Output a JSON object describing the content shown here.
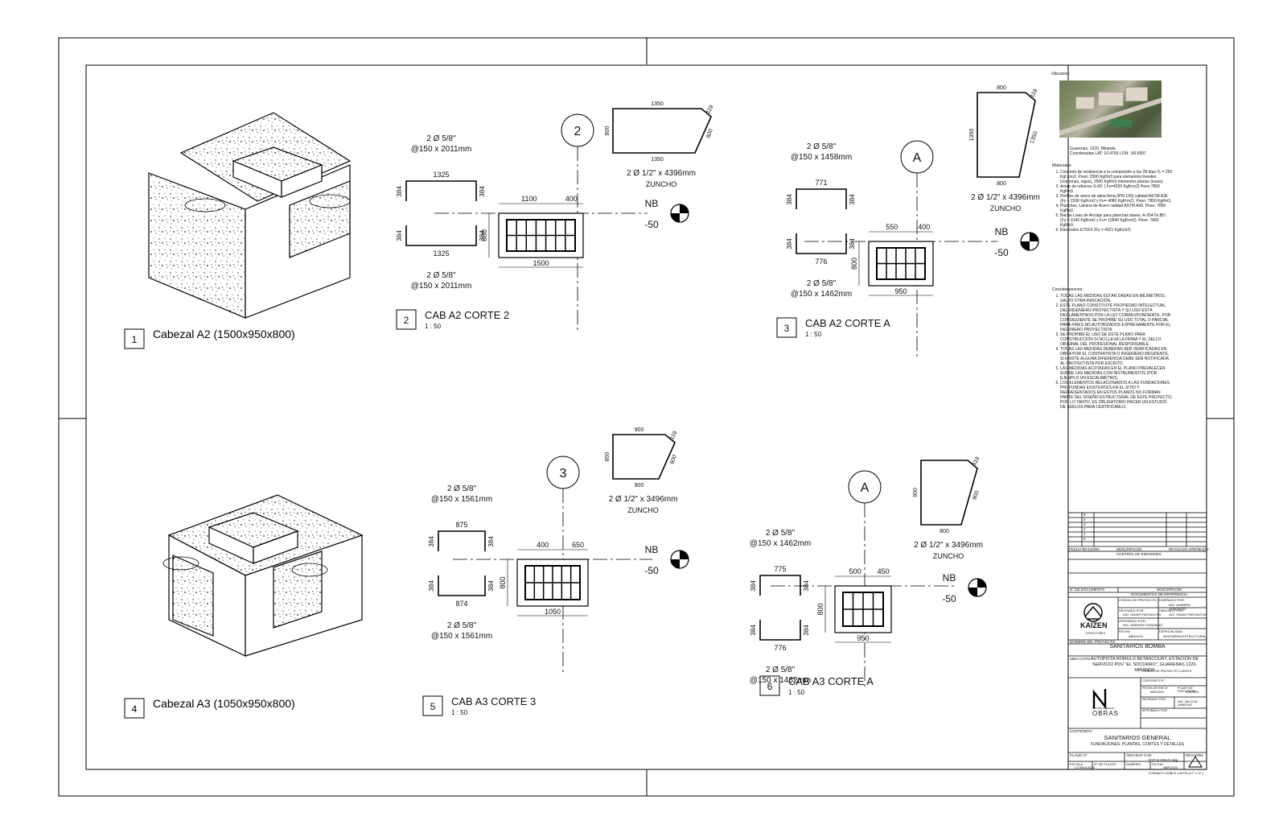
{
  "views": {
    "v1": {
      "num": "1",
      "title": "Cabezal A2 (1500x950x800)"
    },
    "v4": {
      "num": "4",
      "title": "Cabezal A3 (1050x950x800)"
    },
    "v2": {
      "num": "2",
      "title": "CAB A2 CORTE 2",
      "scale": "1 : 50",
      "marker": "2",
      "top_bar": [
        "2 Ø 5/8\"",
        "@150 x 2011mm"
      ],
      "bot_bar": [
        "2 Ø 5/8\"",
        "@150 x 2011mm"
      ],
      "top_len": "1325",
      "bot_len": "1325",
      "hook": "384",
      "dim_a": "1100",
      "dim_b": "400",
      "dim_h": "800",
      "dim_w": "1500",
      "zuncho": [
        "2 Ø 1/2\" x 4396mm",
        "ZUNCHO"
      ],
      "z_top": "1350",
      "z_bot": "1350",
      "z_side": "800",
      "z_slant": "800",
      "z_hook": "119",
      "nb": "NB",
      "level": "-50"
    },
    "v3": {
      "num": "3",
      "title": "CAB A2 CORTE A",
      "scale": "1 : 50",
      "marker": "A",
      "top_bar": [
        "2 Ø 5/8\"",
        "@150 x 1458mm"
      ],
      "bot_bar": [
        "2 Ø 5/8\"",
        "@150 x 1462mm"
      ],
      "top_len": "771",
      "bot_len": "776",
      "hook": "384",
      "dim_a": "550",
      "dim_b": "400",
      "dim_h": "800",
      "dim_w": "950",
      "zuncho": [
        "2 Ø 1/2\" x 4396mm",
        "ZUNCHO"
      ],
      "z_top": "800",
      "z_bot": "800",
      "z_side": "1350",
      "z_slant": "1350",
      "z_hook": "119",
      "nb": "NB",
      "level": "-50"
    },
    "v5": {
      "num": "5",
      "title": "CAB A3 CORTE 3",
      "scale": "1 : 50",
      "marker": "3",
      "top_bar": [
        "2 Ø 5/8\"",
        "@150 x 1561mm"
      ],
      "bot_bar": [
        "2 Ø 5/8\"",
        "@150 x 1561mm"
      ],
      "top_len": "875",
      "bot_len": "874",
      "hook": "384",
      "dim_a": "400",
      "dim_b": "650",
      "dim_h": "800",
      "dim_w": "1050",
      "zuncho": [
        "2 Ø 1/2\" x 3496mm",
        "ZUNCHO"
      ],
      "z_top": "900",
      "z_bot": "900",
      "z_side": "800",
      "z_slant": "800",
      "z_hook": "119",
      "nb": "NB",
      "level": "-50"
    },
    "v6": {
      "num": "6",
      "title": "CAB A3 CORTE A",
      "scale": "1 : 50",
      "marker": "A",
      "top_bar": [
        "2 Ø 5/8\"",
        "@150 x 1462mm"
      ],
      "bot_bar": [
        "2 Ø 5/8\"",
        "@150 x 1462mm"
      ],
      "top_len": "775",
      "bot_len": "776",
      "hook": "384",
      "dim_a": "500",
      "dim_b": "450",
      "dim_h": "800",
      "dim_w": "950",
      "zuncho": [
        "2 Ø 1/2\" x 3496mm",
        "ZUNCHO"
      ],
      "z_top": "",
      "z_bot": "800",
      "z_side": "900",
      "z_slant": "900",
      "z_hook": "119",
      "nb": "NB",
      "level": "-50"
    }
  },
  "panel": {
    "ubicacion_label": "Ubicacion:",
    "location": [
      "Guarenas, 1220, Miranda",
      "Coordenadas LAT: 10.4766 LON: -66.6997"
    ],
    "materiales_label": "Materiales:",
    "materiales": [
      "Concreto de resistencia a la compresión a los 28 días f'c = 250 Kgf /cm2, Peso: 2500 Kgf/m3 para elementos lineales (columnas, vigas), 2500 Kgf/m3 elementos planos (losas).",
      "Acero de refuerzo S-60: ( Fy=4200 Kgf/cm2) Peso:7850 Kgf/m3.",
      "Perfiles de acero de alma llena (IPN 100) calidad ASTM A36 (Fy = 2530 Kgf/cm2 y Fu= 4080 Kgf/cm2). Peso: 7850 Kgf/m3.",
      "Planchas, Lámina de Acero calidad ASTM A36. Peso: 7850 Kgf/m3.",
      "Barras Lisas de Anclaje para planchas bases, A-354 Gr.BD. (Fy = 9140 Kgf/cm2 y Fu= 10540 Kgf/cm2). Peso: 7850 Kgf/m3.",
      "Electrodos E70XX (Fu = 4921 Kgf/cm2)."
    ],
    "consideraciones_label": "Consideraciones:",
    "consideraciones": [
      "TODAS LAS MEDIDAS ESTÁN DADAS EN MILIMETROS, SALVO OTRA INDICACIÓN.",
      "ESTE PLANO CONSTITUYE PROPIEDAD INTELECTUAL DEL INGENIERO PROYECTISTA Y SU USO ESTÁ REGLAMENTADO POR LA LEY CORRESPONDIENTE, POR CONSIGUIENTE SE PROHIBE SU USO TOTAL O PARCIAL PARA FINES NO AUTORIZADOS EXPRESAMENTE POR EL INGENIERO PROYECTISTA.",
      "SE PROHIBE EL USO DE ESTE PLANO PARA CONSTRUCCIÓN SI NO LLEVA LA FIRMA Y EL SELLO ORIGINAL DEL PROFESIONAL RESPONSABLE.",
      "TODAS LAS MEDIDAS DEBERÁN SER VERIFICADAS EN OBRA POR EL CONTRATISTA O INGENIERO RESIDENTE, SI EXISTE ALGUNA DIFERENCIA DEBE SER NOTIFICADA AL PROYECTISTA POR ESCRITO.",
      "LAS MEDIDAS ACOTADAS EN EL PLANO PREVALECEN SOBRE LAS MEDIDAS CON INSTRUMENTOS (POR EJEMPLO UN ESCALIMETRO).",
      "LOS ELEMENTOS RELACIONADOS A LAS FUNDACIONES PROFUNDAS EXISTENTES EN EL SITIO Y REPRESENTADOS EN ESTOS PLANOS NO FORMAN PARTE DEL DISEÑO ESTRUCTURAL DE ESTE PROYECTO, POR LO TANTO, ES OBLIGATORIO HACER UN ESTUDIO DE SUELOS PARA CERTIFICARLO."
    ]
  },
  "titleblock": {
    "rev_nums": [
      "5",
      "4",
      "3",
      "2",
      "1",
      "0"
    ],
    "rev_headers": [
      "FECHA",
      "REVISIÓN",
      "DESCRIPCIÓN",
      "REVISADO",
      "APROBADO"
    ],
    "control": "CONTROL DE EMISIONES",
    "doc_label": "N° DE DOCUMENTO",
    "desc_label": "DESCRIPCIÓN",
    "docs_ref": "DOCUMENTOS DE REFERENCIA",
    "codigo_proyecto": "CÓDIGO DE PROYECTO:",
    "disenado": "DISEÑADO POR:",
    "revisado": "REVISADO POR:",
    "dibujado": "DIBUJADO POR:",
    "aprobado": "APROBADO POR:",
    "fecha": "FECHA:",
    "especialidad": "ESPECIALIDAD",
    "eng1": "ING. ANDREW GONZALEZ",
    "eng2": "ING. ISAIAS PANTALEON",
    "eng3": "ING. ISAIAS PANTALEON",
    "eng4": "ING. ANDREW GONZALEZ",
    "especialidad_val": "INGENIERIA ESTRUCTURAL",
    "fecha_val": "ABR/2024",
    "kaizen": "KAIZEN",
    "kaizen_sub": "STRUCTURES",
    "nombre_label": "NOMBRE DEL PROYECTO:",
    "proyecto": "SANITARIOS BOMBA",
    "ubicacion_label": "UBICACIÓN:",
    "ubicacion": [
      "AUTOPISTA RÓMULO BETANCOURT, ESTACIÓN DE",
      "SERVICIO PDV \"EL SOCORRO\", GUARENAS 1220, MIRANDA"
    ],
    "codigo_cliente": "CÓDIGO DE PROYECTO CLIENTE:",
    "contrato": "CONTRATO N°:",
    "fecha_inicio": "FECHA DE INICIO:",
    "fecha_inicio_val": "ABR/2024",
    "plazo": "PLAZO DE EJECUCIÓN",
    "plazo_val": "4 MESES",
    "revisado_por": "REVISADO POR:",
    "revisor": "ING. NELSON VANEGAS",
    "aprobado_por": "APROBADO POR:",
    "obras": "OBRAS",
    "obras_sub": "NELSON VANEGAS",
    "contenido_label": "CONTENIDO:",
    "contenido": "SANITARIOS GENERAL",
    "contenido_sub": "FUNDACIONES, PLANTAS, CORTES Y DETALLES",
    "plano_label": "PLANO N°:",
    "archivo_label": "ARCHIVO CAD:",
    "archivo": "ESCALERAS.dwg",
    "revision_label": "REVISIÓN:",
    "escala_label": "ESCALA:",
    "escala": "LA INDICADA",
    "folios_label": "N° DE FOLIOS:",
    "numero_label": "NUMERO:",
    "fecha2_label": "FECHA:",
    "fecha2": "ABR/2024",
    "formato": "FORMATO DOBLE CARTA (17\" x 11\")"
  },
  "colors": {
    "line": "#111111",
    "frame": "#000000",
    "map_roof": "#3e7d4b"
  }
}
